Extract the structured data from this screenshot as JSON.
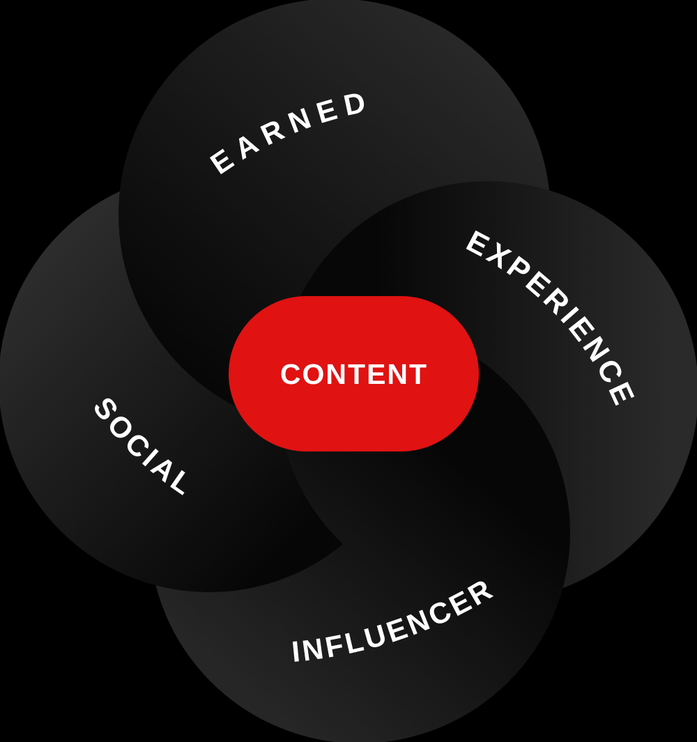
{
  "diagram": {
    "type": "swirl-venn-pinwheel",
    "center": {
      "label": "CONTENT",
      "shape": "capsule",
      "fill_color": "#e01212",
      "text_color": "#ffffff"
    },
    "petals": [
      {
        "position": "top",
        "label": "EARNED"
      },
      {
        "position": "right",
        "label": "EXPERIENCE"
      },
      {
        "position": "left",
        "label": "SOCIAL"
      },
      {
        "position": "bottom",
        "label": "INFLUENCER"
      }
    ],
    "colors": {
      "background": "#000000",
      "petal_dark": "#070707",
      "petal_light": "#2a2a2a",
      "label_text": "#ffffff"
    }
  }
}
